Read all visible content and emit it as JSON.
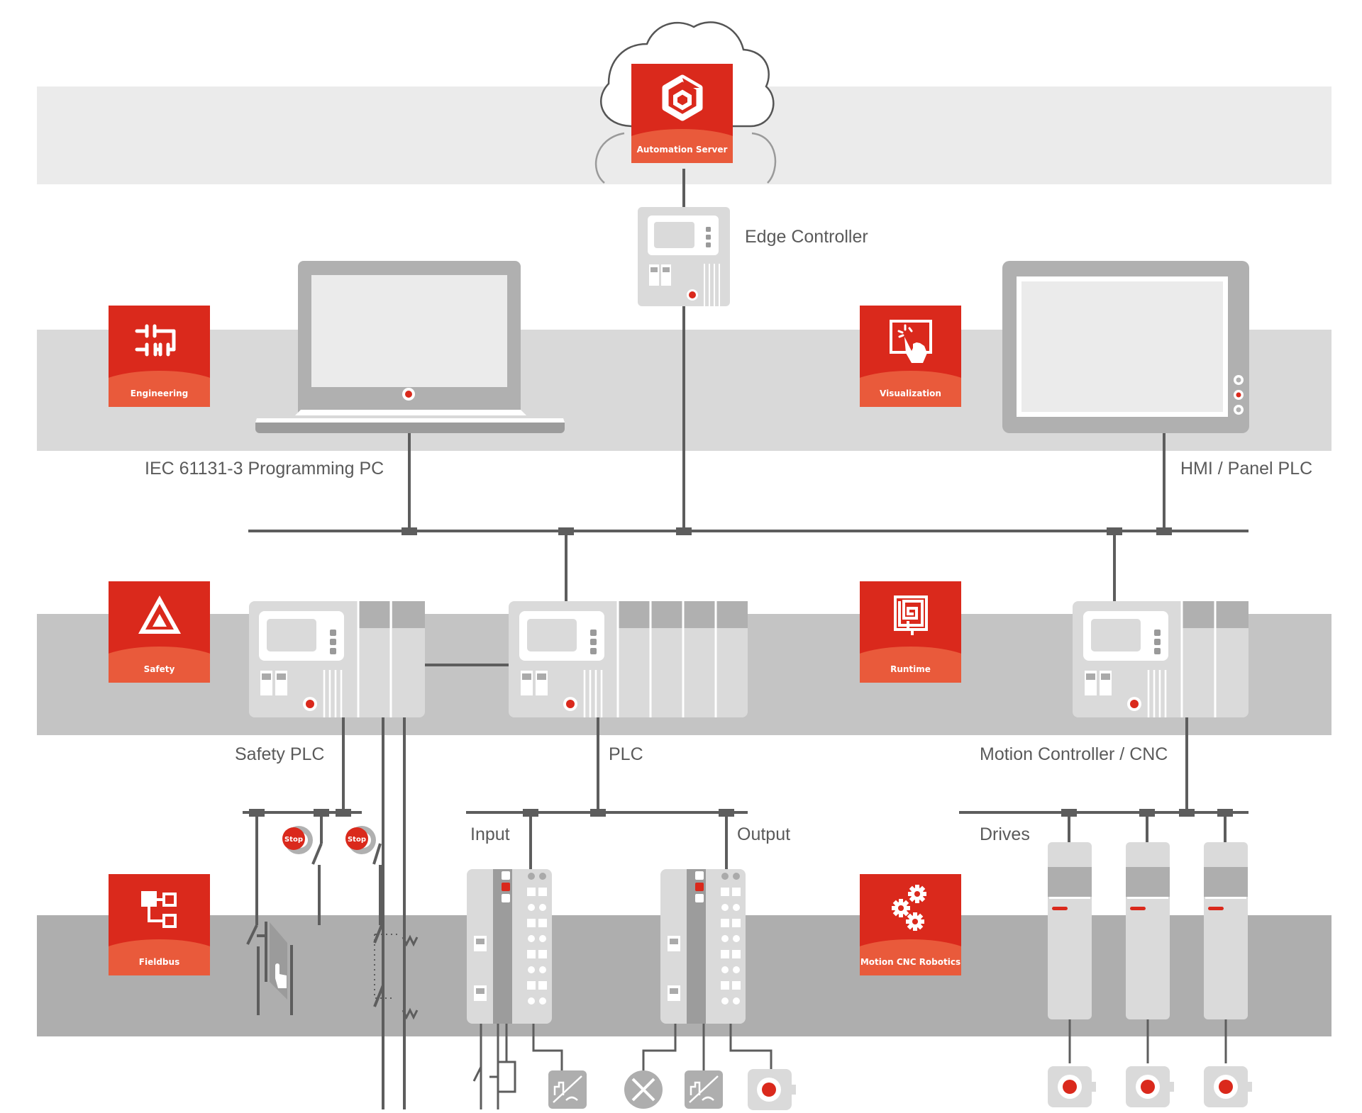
{
  "diagram": {
    "title": "Automation system architecture",
    "colors": {
      "brand_red": "#da291c",
      "tile_lower": "#e95a3b",
      "wire": "#5d5d5d",
      "band_cloud": "#ebebeb",
      "band_engineering": "#d9d9d9",
      "band_control": "#c4c4c4",
      "band_field": "#aeaeae",
      "device_light": "#dadada",
      "device_dark": "#b0b0b0",
      "text": "#5a5a5a"
    },
    "tiles": {
      "automation_server": {
        "label": "Automation Server",
        "icon": "cube-hexagon-icon"
      },
      "engineering": {
        "label": "Engineering",
        "icon": "ladder-logic-icon"
      },
      "visualization": {
        "label": "Visualization",
        "icon": "touch-screen-icon"
      },
      "safety": {
        "label": "Safety",
        "icon": "warning-triangle-icon"
      },
      "runtime": {
        "label": "Runtime",
        "icon": "square-spiral-icon"
      },
      "fieldbus": {
        "label": "Fieldbus",
        "icon": "network-tree-icon"
      },
      "motion": {
        "label": "Motion CNC Robotics",
        "icon": "gears-icon"
      }
    },
    "devices": {
      "edge_controller": {
        "label": "Edge Controller"
      },
      "programming_pc": {
        "label": "IEC 61131-3 Programming PC"
      },
      "hmi": {
        "label": "HMI / Panel PLC"
      },
      "safety_plc": {
        "label": "Safety PLC"
      },
      "plc": {
        "label": "PLC"
      },
      "motion_controller": {
        "label": "Motion Controller / CNC"
      },
      "input": {
        "label": "Input"
      },
      "output": {
        "label": "Output"
      },
      "drives": {
        "label": "Drives",
        "count": 3
      }
    },
    "stop_buttons": [
      {
        "label": "Stop"
      },
      {
        "label": "Stop"
      }
    ]
  }
}
